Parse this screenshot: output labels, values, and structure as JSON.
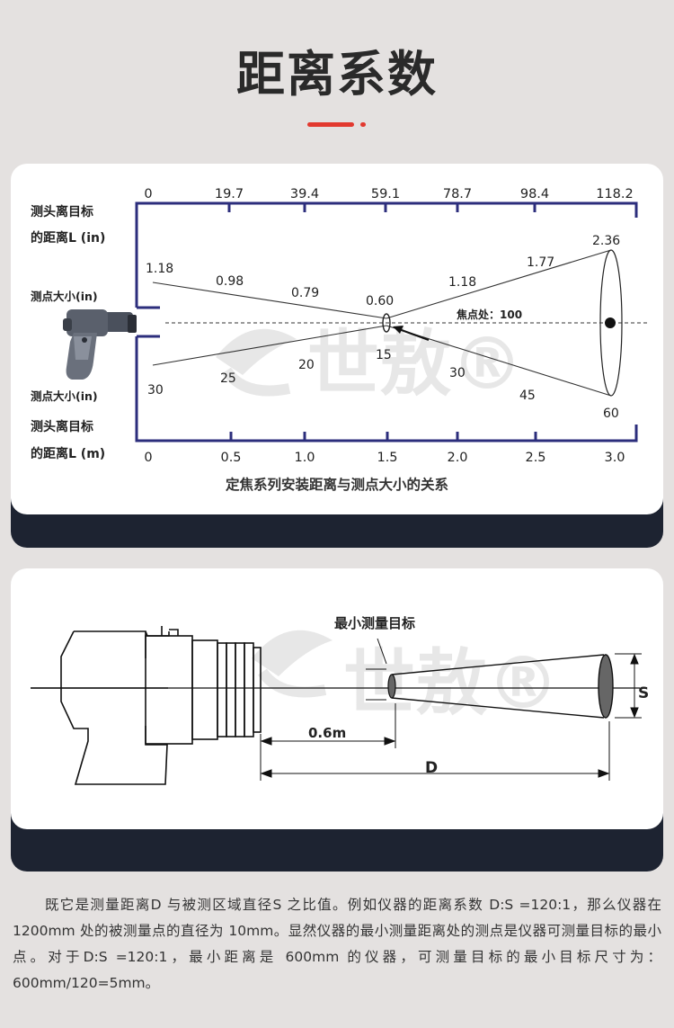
{
  "page": {
    "title": "距离系数"
  },
  "chart1": {
    "left_label_top_1": "测头离目标",
    "left_label_top_2": "的距离L (in)",
    "left_label_spot_in": "测点大小(in)",
    "left_label_spot_mm": "测点大小(in)",
    "left_label_bottom_1": "测头离目标",
    "left_label_bottom_2": "的距离L (m)",
    "top_ticks": [
      "0",
      "19.7",
      "39.4",
      "59.1",
      "78.7",
      "98.4",
      "118.2"
    ],
    "bottom_ticks": [
      "0",
      "0.5",
      "1.0",
      "1.5",
      "2.0",
      "2.5",
      "3.0"
    ],
    "upper_values": [
      "1.18",
      "0.98",
      "0.79",
      "0.60",
      "1.18",
      "1.77",
      "2.36"
    ],
    "lower_values": [
      "30",
      "25",
      "20",
      "15",
      "30",
      "45",
      "60"
    ],
    "focus_label": "焦点处：100",
    "caption": "定焦系列安装距离与测点大小的关系",
    "watermark": "世敖®"
  },
  "chart2": {
    "min_target_label": "最小测量目标",
    "dist_label": "0.6m",
    "d_label": "D",
    "s_label": "S",
    "watermark": "世敖®"
  },
  "paragraph": "既它是测量距离D 与被测区域直径S 之比值。例如仪器的距离系数 D:S =120:1，那么仪器在 1200mm 处的被测量点的直径为 10mm。显然仪器的最小测量距离处的测点是仪器可测量目标的最小点。对于D:S =120:1，最小距离是 600mm 的仪器，可测量目标的最小目标尺寸为：600mm/120=5mm。",
  "colors": {
    "accent": "#e2392f",
    "frame": "#2c2e7c",
    "shadow": "#1d2331"
  }
}
